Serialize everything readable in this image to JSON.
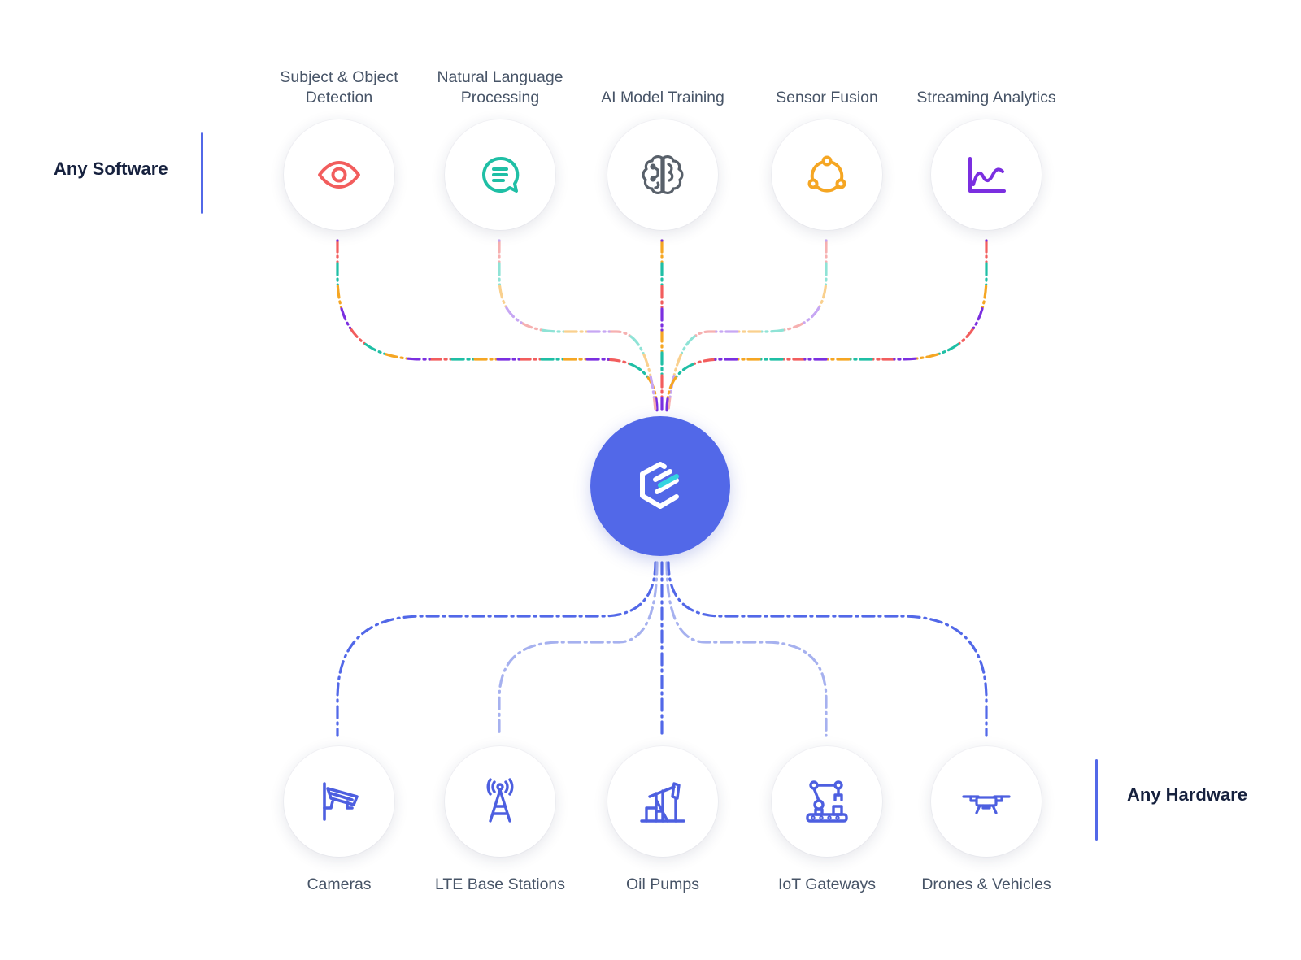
{
  "left_label": "Any Software",
  "right_label": "Any Hardware",
  "colors": {
    "accent": "#5268e8",
    "label_dark": "#16213e",
    "text": "#475467",
    "red": "#f25d5d",
    "teal": "#1fbfa5",
    "gray": "#58606a",
    "orange": "#f5a623",
    "purple": "#7b2fe0",
    "light_blue": "#a6b1ef"
  },
  "software": [
    {
      "label": "Subject & Object Detection",
      "icon": "eye-icon"
    },
    {
      "label": "Natural Language Processing",
      "icon": "chat-bubble-icon"
    },
    {
      "label": "AI Model Training",
      "icon": "brain-icon"
    },
    {
      "label": "Sensor Fusion",
      "icon": "network-nodes-icon"
    },
    {
      "label": "Streaming Analytics",
      "icon": "line-chart-icon"
    }
  ],
  "hub": {
    "icon": "platform-logo-icon"
  },
  "hardware": [
    {
      "label": "Cameras",
      "icon": "security-camera-icon"
    },
    {
      "label": "LTE Base Stations",
      "icon": "cell-tower-icon"
    },
    {
      "label": "Oil Pumps",
      "icon": "oil-pump-icon"
    },
    {
      "label": "IoT Gateways",
      "icon": "robot-arm-icon"
    },
    {
      "label": "Drones & Vehicles",
      "icon": "drone-icon"
    }
  ]
}
